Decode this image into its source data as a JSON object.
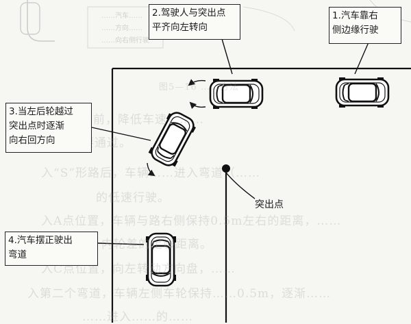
{
  "callouts": {
    "step1": [
      "1.汽车靠右",
      "侧边缘行驶"
    ],
    "step2": [
      "2.驾驶人与突出点",
      "平齐向左转向"
    ],
    "step3": [
      "3.当左后轮越过",
      "突出点时逐渐",
      "向右回方向"
    ],
    "step4": [
      "4.汽车摆正驶出",
      "弯道"
    ]
  },
  "protrusion_point_label": "突出点",
  "background_text": {
    "caption": "图5—16 ……方法",
    "lines": [
      "入“S”形路前，降低车速，……",
      "要通过。",
      "入“S”形路后，车辆……进入弯道（……",
      "的低速行驶。",
      "入A点位置，车辆与路右侧保持0.5m左右的距离，……",
      "内轮差的足够距离。",
      "入C点位置，向左转动方向盘，……",
      "入第二个弯道，车辆左侧车轮保持……0.5m，逐渐……",
      "……进入……的……"
    ],
    "corner_notes": [
      "……汽车……",
      "……方向……",
      "……向右侧行驶"
    ]
  },
  "colors": {
    "ink": "#1a1a1a",
    "car_fill": "#ffffff",
    "paper": "#f6f6f2"
  }
}
